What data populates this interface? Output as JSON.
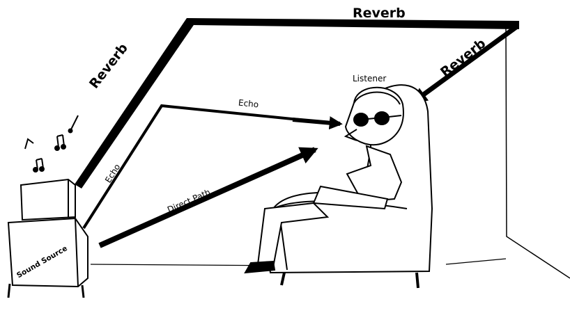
{
  "labels": {
    "reverb_top": "Reverb",
    "reverb_left": "Reverb",
    "reverb_right": "Reverb",
    "listener": "Listener",
    "echo_upper": "Echo",
    "echo_lower": "Echo",
    "direct_path": "Direct Path",
    "sound_source": "Sound Source"
  },
  "colors": {
    "ink": "#000000",
    "paper": "#ffffff"
  }
}
